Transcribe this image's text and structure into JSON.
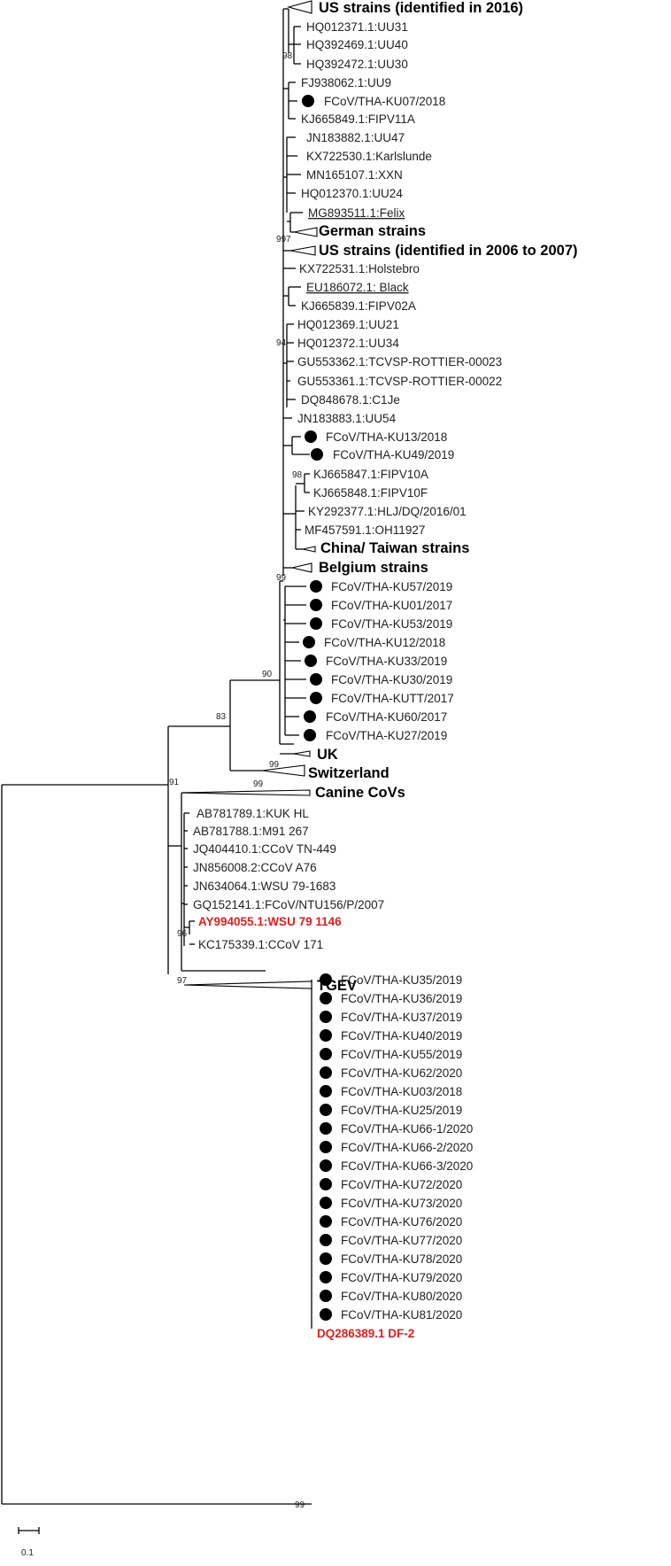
{
  "tree": {
    "tips_upper": [
      "HQ012371.1:UU31",
      "HQ392469.1:UU40",
      "HQ392472.1:UU30",
      "FJ938062.1:UU9",
      "FCoV/THA-KU07/2018",
      "KJ665849.1:FIPV11A",
      "JN183882.1:UU47",
      "KX722530.1:Karlslunde",
      "MN165107.1:XXN",
      "HQ012370.1:UU24",
      "MG893511.1:Felix",
      "KX722531.1:Holstebro",
      "EU186072.1: Black",
      "KJ665839.1:FIPV02A",
      "HQ012369.1:UU21",
      "HQ012372.1:UU34",
      "GU553362.1:TCVSP-ROTTIER-00023",
      "GU553361.1:TCVSP-ROTTIER-00022",
      "DQ848678.1:C1Je",
      "JN183883.1:UU54",
      "FCoV/THA-KU13/2018",
      "FCoV/THA-KU49/2019",
      "KJ665847.1:FIPV10A",
      "KJ665848.1:FIPV10F",
      "KY292377.1:HLJ/DQ/2016/01",
      "MF457591.1:OH11927",
      "FCoV/THA-KU57/2019",
      "FCoV/THA-KU01/2017",
      "FCoV/THA-KU53/2019",
      "FCoV/THA-KU12/2018",
      "FCoV/THA-KU33/2019",
      "FCoV/THA-KU30/2019",
      "FCoV/THA-KUTT/2017",
      "FCoV/THA-KU60/2017",
      "FCoV/THA-KU27/2019"
    ],
    "groups": {
      "us2016": "US strains (identified in 2016)",
      "german": "German strains",
      "us2006": "US strains (identified in 2006 to 2007)",
      "china": "China/ Taiwan strains",
      "belgium": "Belgium strains",
      "uk": "UK",
      "swiss": "Switzerland",
      "canine": "Canine CoVs",
      "tgev": "TGEV"
    },
    "tips_canine": [
      "AB781789.1:KUK HL",
      "AB781788.1:M91 267",
      "JQ404410.1:CCoV TN-449",
      "JN856008.2:CCoV A76",
      "JN634064.1:WSU 79-1683",
      "GQ152141.1:FCoV/NTU156/P/2007",
      "AY994055.1:WSU 79 1146",
      "KC175339.1:CCoV 171"
    ],
    "tips_lower": [
      "FCoV/THA-KU35/2019",
      "FCoV/THA-KU36/2019",
      "FCoV/THA-KU37/2019",
      "FCoV/THA-KU40/2019",
      "FCoV/THA-KU55/2019",
      "FCoV/THA-KU62/2020",
      "FCoV/THA-KU03/2018",
      "FCoV/THA-KU25/2019",
      "FCoV/THA-KU66-1/2020",
      "FCoV/THA-KU66-2/2020",
      "FCoV/THA-KU66-3/2020",
      "FCoV/THA-KU72/2020",
      "FCoV/THA-KU73/2020",
      "FCoV/THA-KU76/2020",
      "FCoV/THA-KU77/2020",
      "FCoV/THA-KU78/2020",
      "FCoV/THA-KU79/2020",
      "FCoV/THA-KU80/2020",
      "FCoV/THA-KU81/2020",
      "DQ286389.1 DF-2"
    ],
    "bootstrap": {
      "b98a": "98",
      "b99a": "99",
      "b7": "7",
      "b94": "94",
      "b98b": "98",
      "b99b": "99",
      "b90": "90",
      "b83": "83",
      "b99c": "99",
      "b91": "91",
      "b99d": "99",
      "b96": "96",
      "b97": "97",
      "b99e": "99"
    },
    "scale": "0.1",
    "colors": {
      "highlight": "#e0201c",
      "marker": "#000000"
    }
  }
}
